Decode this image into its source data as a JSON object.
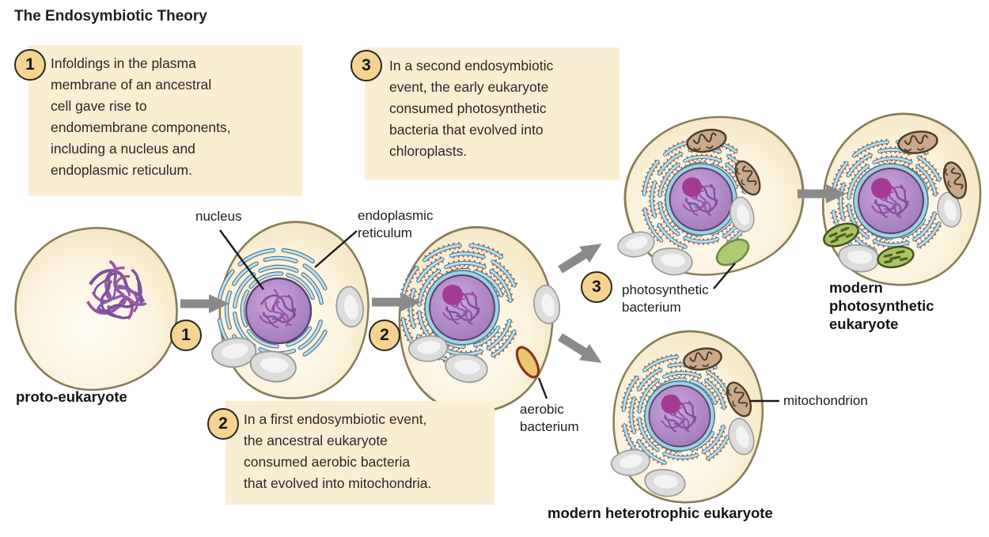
{
  "title": "The Endosymbiotic Theory",
  "steps": [
    {
      "number": "1",
      "text": "Infoldings in the plasma\nmembrane of an ancestral\ncell gave rise to\nendomembrane components,\nincluding a nucleus and\nendoplasmic reticulum."
    },
    {
      "number": "2",
      "text": "In a first endosymbiotic event,\nthe ancestral eukaryote\nconsumed aerobic bacteria\nthat evolved into mitochondria."
    },
    {
      "number": "3",
      "text": "In a second endosymbiotic\nevent, the early eukaryote\nconsumed photosynthetic\nbacteria that evolved into\nchloroplasts."
    }
  ],
  "labels": {
    "proto_eukaryote": "proto-eukaryote",
    "nucleus": "nucleus",
    "endoplasmic_reticulum": "endoplasmic\nreticulum",
    "aerobic_bacterium": "aerobic\nbacterium",
    "photosynthetic_bacterium": "photosynthetic\nbacterium",
    "mitochondrion": "mitochondrion",
    "modern_photosynthetic": "modern\nphotosynthetic\neukaryote",
    "modern_heterotrophic": "modern heterotrophic eukaryote"
  },
  "colors": {
    "callout_bg": "#FAEED2",
    "marker_fill": "#F4D48F",
    "arrow_gray": "#8A8A8A",
    "cell_fill": "#FBF3DE",
    "cell_outline": "#877C58",
    "nucleus_purple": "#B28BC9",
    "nucleolus_magenta": "#A23B93",
    "er_blue": "#BCE0EC",
    "ribosome_red": "#C8512D",
    "mitochondrion_brown": "#C9A98C",
    "chloroplast_green": "#A9C464",
    "aerobic_bacterium_yellow": "#EAC76F",
    "photosynthetic_bacterium_green": "#AECB73",
    "vacuole_gray": "#DCDCDC"
  }
}
